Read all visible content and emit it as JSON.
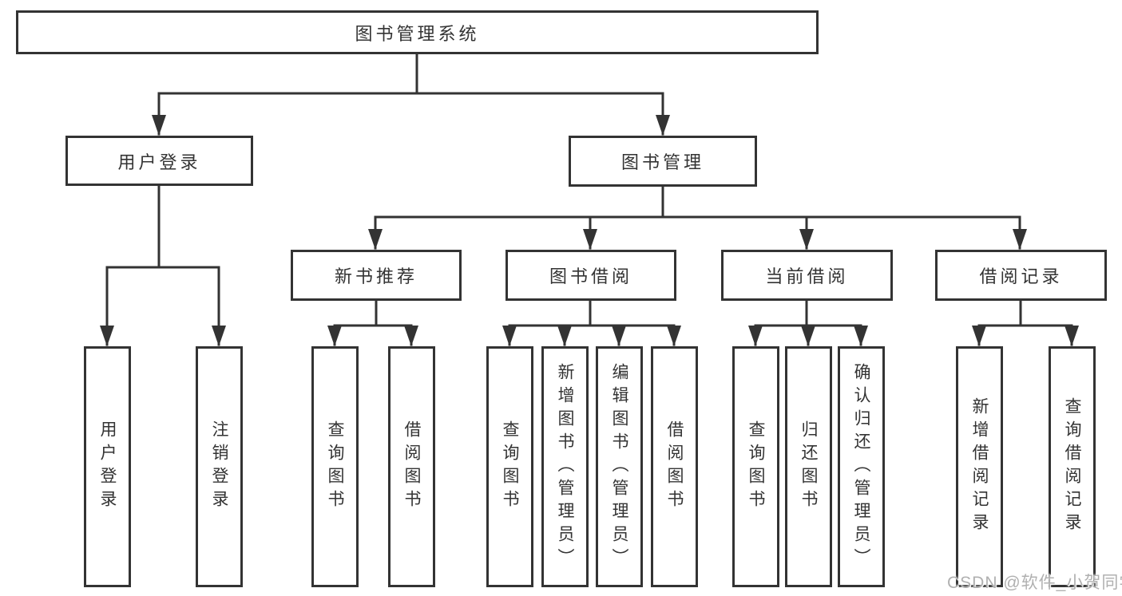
{
  "nodes": {
    "root": {
      "label": "图书管理系统"
    },
    "user_login": {
      "label": "用户登录"
    },
    "book_mgmt": {
      "label": "图书管理"
    },
    "login": {
      "label": "用户登录"
    },
    "logout": {
      "label": "注销登录"
    },
    "new_books": {
      "label": "新书推荐"
    },
    "book_borrow": {
      "label": "图书借阅"
    },
    "current_borrow": {
      "label": "当前借阅"
    },
    "borrow_records": {
      "label": "借阅记录"
    },
    "nb_query": {
      "label": "查询图书"
    },
    "nb_borrow": {
      "label": "借阅图书"
    },
    "bb_query": {
      "label": "查询图书"
    },
    "bb_add": {
      "label": "新增图书（管理员）"
    },
    "bb_edit": {
      "label": "编辑图书（管理员）"
    },
    "bb_borrow": {
      "label": "借阅图书"
    },
    "cb_query": {
      "label": "查询图书"
    },
    "cb_return": {
      "label": "归还图书"
    },
    "cb_confirm": {
      "label": "确认归还（管理员）"
    },
    "br_add": {
      "label": "新增借阅记录"
    },
    "br_query": {
      "label": "查询借阅记录"
    }
  },
  "watermark": "CSDN @软件_小贺同学",
  "colors": {
    "line": "#333333",
    "text": "#333333",
    "background": "#ffffff",
    "watermark": "#b0b0b0"
  }
}
